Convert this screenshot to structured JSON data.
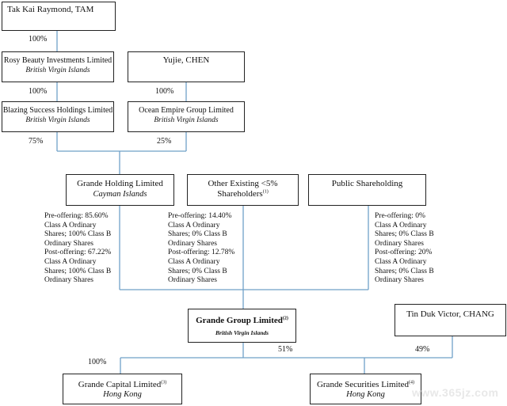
{
  "boxes": {
    "tam": {
      "name": "Tak Kai Raymond, TAM"
    },
    "rosy": {
      "name": "Rosy Beauty Investments Limited",
      "jurisdiction": "British Virgin Islands"
    },
    "chen": {
      "name": "Yujie, CHEN"
    },
    "blazing": {
      "name": "Blazing Success Holdings Limited",
      "jurisdiction": "British Virgin Islands"
    },
    "ocean": {
      "name": "Ocean Empire Group Limited",
      "jurisdiction": "British Virgin Islands"
    },
    "grande_holding": {
      "name": "Grande Holding Limited",
      "jurisdiction": "Cayman Islands"
    },
    "other": {
      "name_line1": "Other Existing <5%",
      "name_line2": "Shareholders",
      "note": "(1)"
    },
    "public": {
      "name": "Public Shareholding"
    },
    "grande_group": {
      "name": "Grande Group Limited",
      "note": "(2)",
      "jurisdiction": "British Virgin Islands"
    },
    "chang": {
      "name": "Tin Duk Victor, CHANG"
    },
    "capital": {
      "name": "Grande Capital Limited",
      "note": "(3)",
      "jurisdiction": "Hong Kong"
    },
    "securities": {
      "name": "Grande Securities Limited",
      "note": "(4)",
      "jurisdiction": "Hong Kong"
    }
  },
  "percentages": {
    "tam_rosy": "100%",
    "rosy_blazing": "100%",
    "chen_ocean": "100%",
    "blazing": "75%",
    "ocean": "25%",
    "group_securities": "51%",
    "chang_securities": "49%",
    "group_capital": "100%"
  },
  "notes": {
    "grande_holding": [
      "Pre-offering: 85.60%",
      "Class A Ordinary",
      "Shares; 100% Class B",
      "Ordinary Shares",
      "Post-offering: 67.22%",
      "Class A Ordinary",
      "Shares; 100% Class B",
      "Ordinary Shares"
    ],
    "other": [
      "Pre-offering: 14.40%",
      "Class A Ordinary",
      "Shares; 0% Class B",
      "Ordinary Shares",
      "Post-offering: 12.78%",
      "Class A Ordinary",
      "Shares; 0% Class B",
      "Ordinary Shares"
    ],
    "public": [
      "Pre-offering: 0%",
      "Class A Ordinary",
      "Shares; 0% Class B",
      "Ordinary Shares",
      "Post-offering: 20%",
      "Class A Ordinary",
      "Shares; 0% Class B",
      "Ordinary Shares"
    ]
  },
  "watermark": "www.365jz.com",
  "colors": {
    "connector": "#6fa0c8",
    "border": "#222222"
  }
}
